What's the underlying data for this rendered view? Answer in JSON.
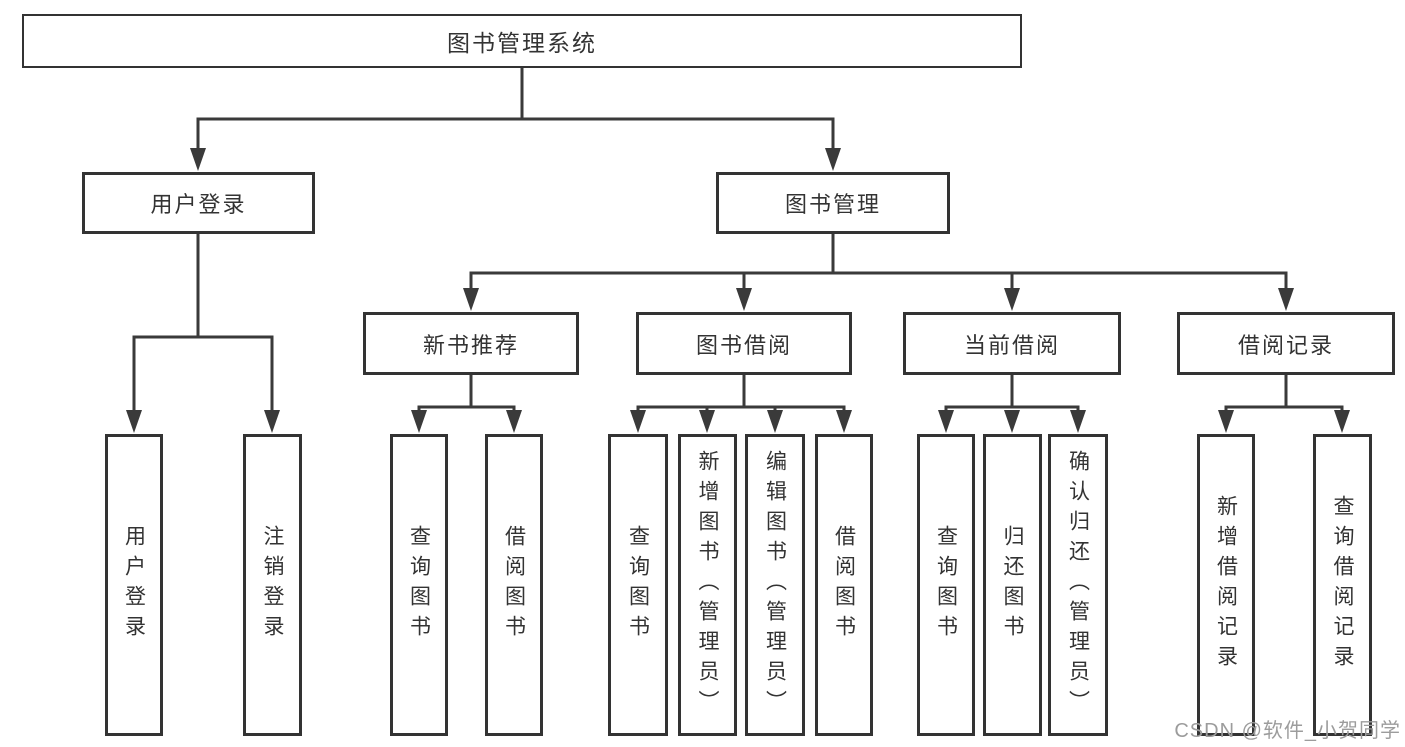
{
  "tree": {
    "root": {
      "label": "图书管理系统"
    },
    "branches": [
      {
        "label": "用户登录",
        "children": [
          {
            "label": "用户登录"
          },
          {
            "label": "注销登录"
          }
        ]
      },
      {
        "label": "图书管理",
        "children": [
          {
            "label": "新书推荐",
            "children": [
              {
                "label": "查询图书"
              },
              {
                "label": "借阅图书"
              }
            ]
          },
          {
            "label": "图书借阅",
            "children": [
              {
                "label": "查询图书"
              },
              {
                "label": "新增图书（管理员）"
              },
              {
                "label": "编辑图书（管理员）"
              },
              {
                "label": "借阅图书"
              }
            ]
          },
          {
            "label": "当前借阅",
            "children": [
              {
                "label": "查询图书"
              },
              {
                "label": "归还图书"
              },
              {
                "label": "确认归还（管理员）"
              }
            ]
          },
          {
            "label": "借阅记录",
            "children": [
              {
                "label": "新增借阅记录"
              },
              {
                "label": "查询借阅记录"
              }
            ]
          }
        ]
      }
    ]
  },
  "watermark": {
    "text": "CSDN @软件_小贺同学",
    "color": "#9c9c9c"
  },
  "colors": {
    "background": "#ffffff",
    "line": "#3a3a3a",
    "box_border": "#333333",
    "box_fill": "#ffffff",
    "text": "#333333"
  }
}
